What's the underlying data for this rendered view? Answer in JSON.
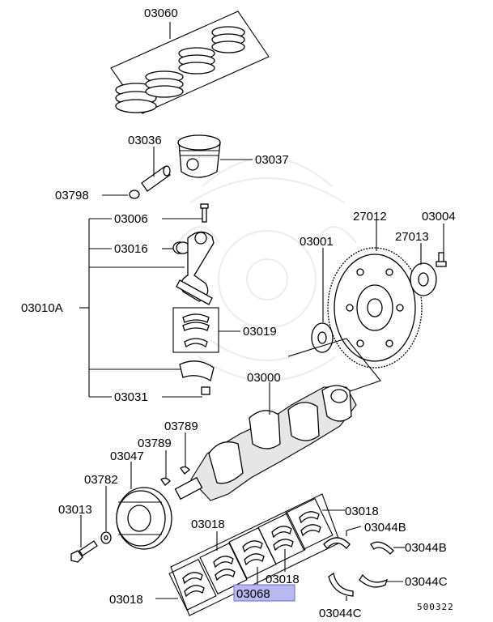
{
  "diagram": {
    "sheet_code": "500322",
    "highlighted_part": "03068",
    "parts": {
      "piston_rings": "03060",
      "piston_pin": "03036",
      "piston": "03037",
      "pin_clip": "03798",
      "conrod_bolt": "03006",
      "conrod_bushing": "03016",
      "conrod_assembly": "03010A",
      "conrod_bearing": "03019",
      "conrod_nut": "03031",
      "drive_plate": "27012",
      "flywheel_bolt": "03004",
      "adapter_plate": "27013",
      "crank_adapter": "03001",
      "crankshaft": "03000",
      "woodruff_key_upper": "03789",
      "woodruff_key_lower": "03789",
      "crank_sprocket": "03047",
      "crank_washer": "03782",
      "crank_bolt": "03013",
      "main_bearing_top": "03018",
      "main_bearing_upper_right": "03018",
      "main_bearing_mid": "03018",
      "main_bearing_bottom": "03018",
      "main_bearing_set": "03068",
      "thrust_washer_upper_left": "03044B",
      "thrust_washer_upper_right": "03044B",
      "thrust_washer_lower_right": "03044C",
      "thrust_washer_lower_left": "03044C"
    }
  }
}
